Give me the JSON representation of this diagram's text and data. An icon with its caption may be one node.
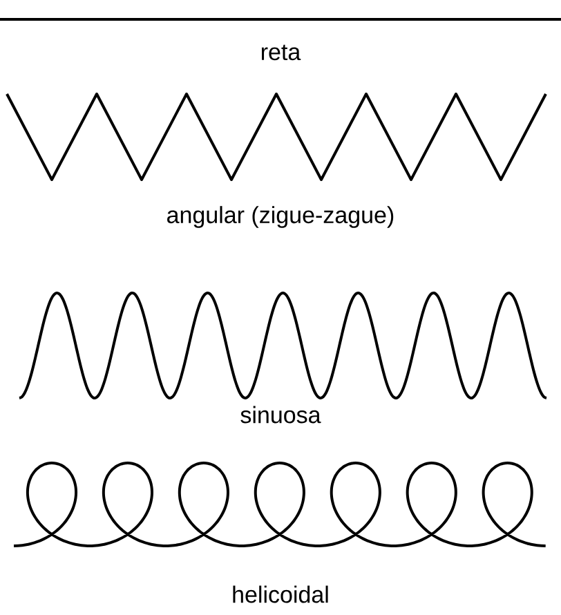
{
  "diagram": {
    "labels": [
      "reta",
      "angular (zigue-zague)",
      "sinuosa",
      "helicoidal"
    ]
  }
}
